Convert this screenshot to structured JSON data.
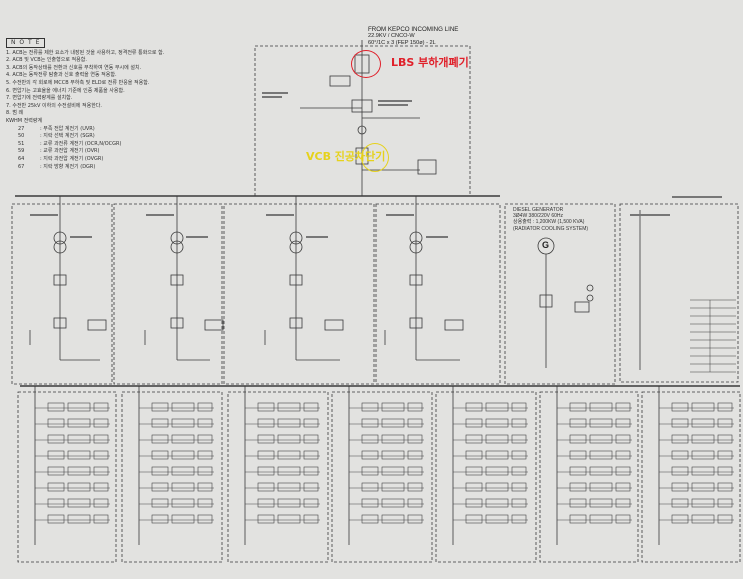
{
  "kepco": {
    "line1": "FROM KEPCO INCOMING LINE",
    "line2": "22.9KV / CNCO-W",
    "line3": "60°/1C x 3 (FEP 150ø) - 2L"
  },
  "callouts": {
    "lbs": "LBS 부하개폐기",
    "vcb": "VCB 진공차단기"
  },
  "note": {
    "header": "N O T E",
    "items": [
      "1. ACB는 전류를 제한 요소가 내장된 것을 사용하고, 정격전류 통화으로 함.",
      "2. ACB 및 VCB는 인출형으로 적용함.",
      "3. ACB의 동작상태를 전환과 신호를 부착하여 연동 부시에 설치.",
      "4. ACB는 동작전류 탐출과 신호 출력을 연동 적용함.",
      "5. 수전반의 각 회로에 MCCB 부하측 및 ELD로 전류 반응을 적용함.",
      "6. 변압기는 고효율을 에너지 기준에 인증 제품을 사용함.",
      "7. 변압기에 전력량계를 설치함.",
      "7. 수전반 25kV 이하의 수전설비에 적용한다.",
      "8. 범   례"
    ],
    "kwhm": "KWHM    전력량계",
    "legend": [
      {
        "code": "27",
        "desc": ": 부족 전압 계전기 (UVR)"
      },
      {
        "code": "50",
        "desc": ": 지락 선택 계전기 (SGR)"
      },
      {
        "code": "51",
        "desc": ": 교류 과전류 계전기 (OCR,N/OCGR)"
      },
      {
        "code": "59",
        "desc": ": 교류 과전압 계전기 (OVR)"
      },
      {
        "code": "64",
        "desc": ": 지락 과전압 계전기 (OVGR)"
      },
      {
        "code": "67",
        "desc": ": 지락 방향 계전기 (DGR)"
      }
    ]
  },
  "generator": {
    "line1": "DIESEL GENERATOR",
    "line2": "3Ø4W  380/220V  60Hz",
    "line3": "상용출력 : 1,200KW (1,500 KVA)",
    "line4": "(RADIATOR COOLING SYSTEM)",
    "symbol": "G"
  },
  "colors": {
    "callout_red": "#e0202a",
    "callout_yellow": "#e6d21c",
    "line": "#3a3a3a",
    "paper": "#e2e2e0"
  }
}
